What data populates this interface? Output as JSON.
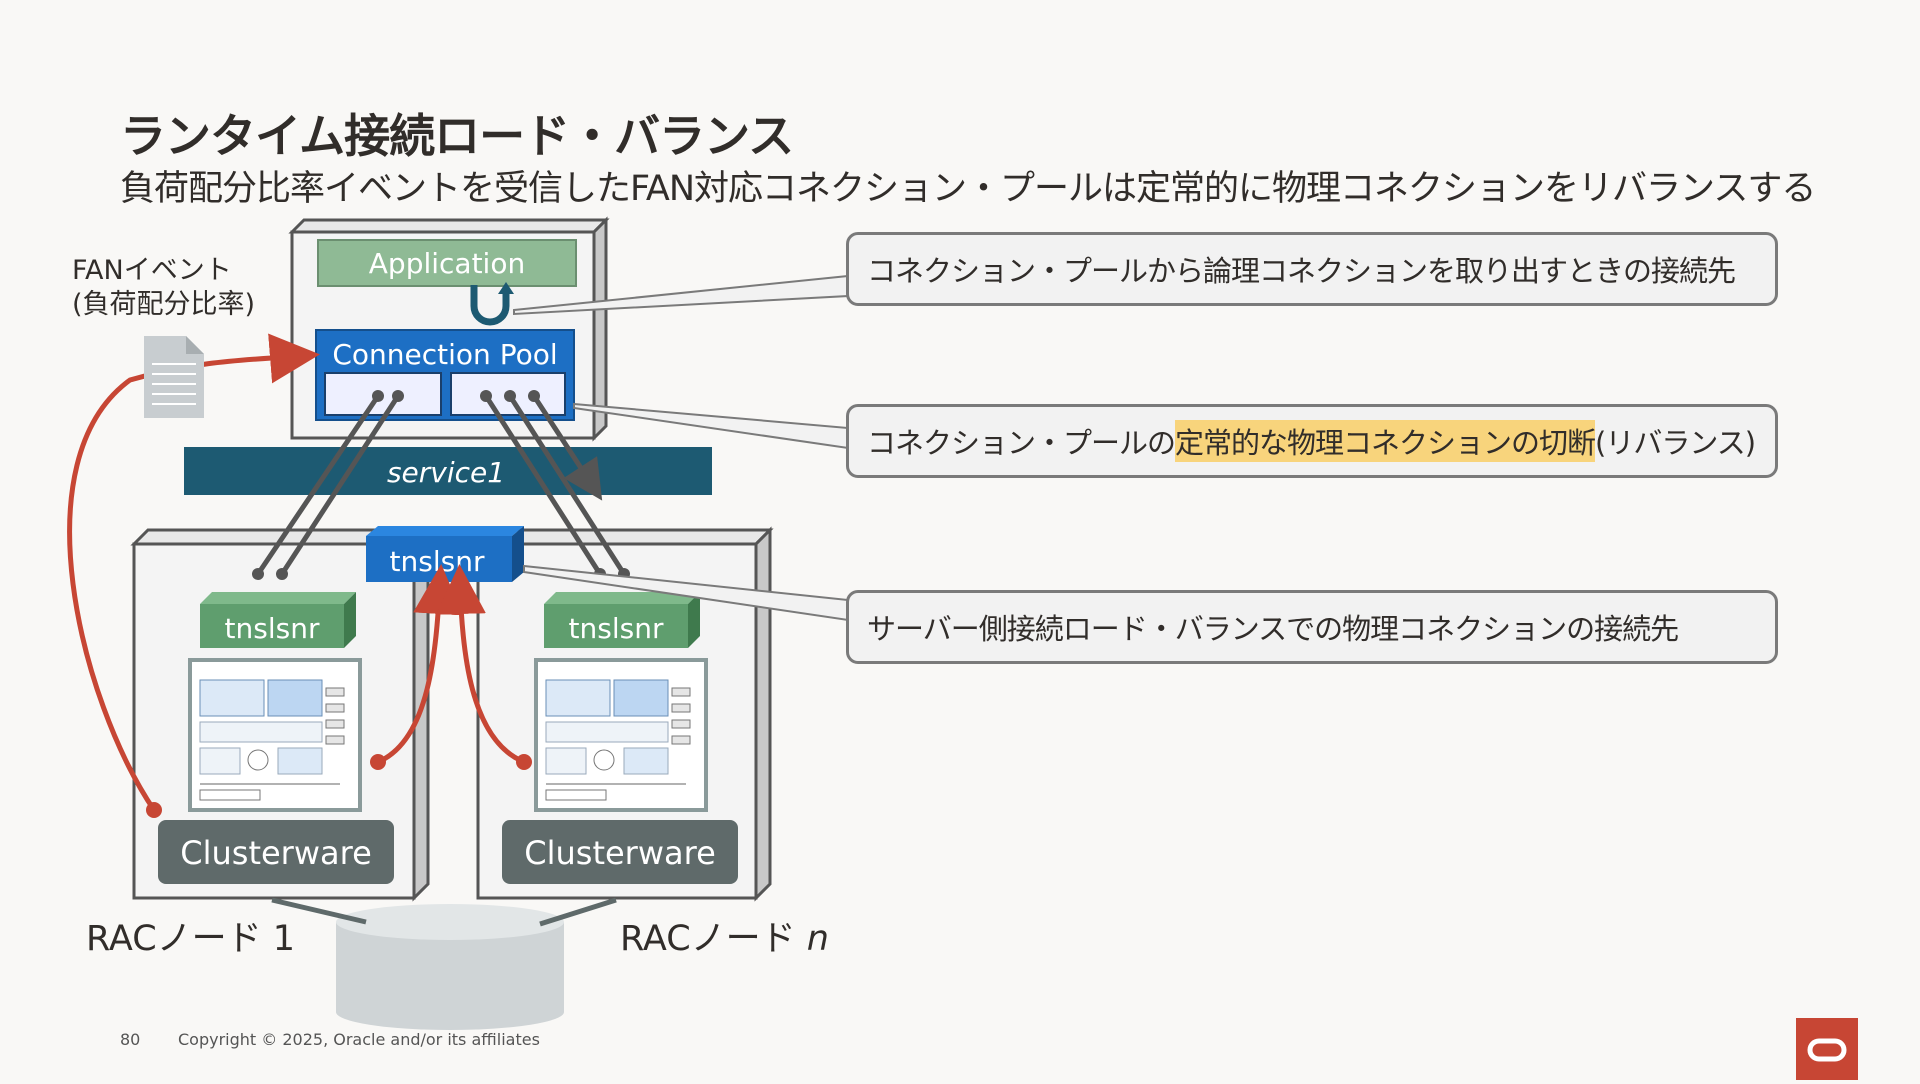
{
  "slide": {
    "title": "ランタイム接続ロード・バランス",
    "subtitle": "負荷配分比率イベントを受信したFAN対応コネクション・プールは定常的に物理コネクションをリバランスする"
  },
  "diagram": {
    "fan_event_line1": "FANイベント",
    "fan_event_line2": "(負荷配分比率)",
    "application": "Application",
    "connection_pool": "Connection Pool",
    "service": "service1",
    "scan_listener": "tnslsnr",
    "node1_listener": "tnslsnr",
    "noden_listener": "tnslsnr",
    "node1_clusterware": "Clusterware",
    "noden_clusterware": "Clusterware",
    "node1_label": "RACノード 1",
    "noden_label_prefix": "RACノード ",
    "noden_label_italic": "n"
  },
  "callouts": [
    {
      "text": "コネクション・プールから論理コネクションを取り出すときの接続先"
    },
    {
      "prefix": "コネクション・プールの",
      "highlight": "定常的な物理コネクションの切断",
      "suffix": "(リバランス)"
    },
    {
      "text": "サーバー側接続ロード・バランスでの物理コネクションの接続先"
    }
  ],
  "footer": {
    "page_number": "80",
    "copyright": "Copyright © 2025, Oracle and/or its affiliates"
  },
  "colors": {
    "fan_arrow": "#c74634",
    "app_box": "#8fba95",
    "pool_box": "#1d6fc4",
    "service_bar": "#1d5a72",
    "node_listener": "#5f9e6e",
    "clusterware": "#5f6a6a",
    "highlight": "#f8d47c"
  }
}
